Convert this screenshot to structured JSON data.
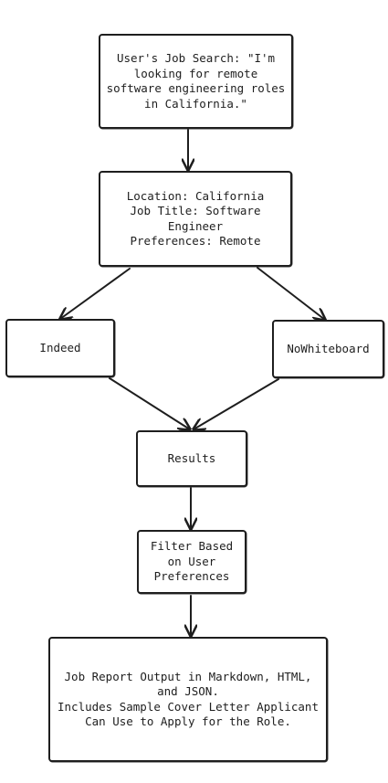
{
  "diagram": {
    "nodes": {
      "user_search": "User's Job Search: \"I'm looking for remote software engineering roles in California.\"",
      "parsed_criteria": "Location: California\nJob Title: Software Engineer\nPreferences: Remote",
      "source_indeed": "Indeed",
      "source_nowhiteboard": "NoWhiteboard",
      "results": "Results",
      "filter": "Filter Based on User Preferences",
      "report": "Job Report Output in Markdown, HTML, and JSON.\nIncludes Sample Cover Letter Applicant Can Use to Apply for the Role."
    },
    "edges": [
      {
        "from": "user_search",
        "to": "parsed_criteria"
      },
      {
        "from": "parsed_criteria",
        "to": "source_indeed"
      },
      {
        "from": "parsed_criteria",
        "to": "source_nowhiteboard"
      },
      {
        "from": "source_indeed",
        "to": "results"
      },
      {
        "from": "source_nowhiteboard",
        "to": "results"
      },
      {
        "from": "results",
        "to": "filter"
      },
      {
        "from": "filter",
        "to": "report"
      }
    ],
    "colors": {
      "stroke": "#1e1e1e",
      "background": "#ffffff"
    }
  }
}
